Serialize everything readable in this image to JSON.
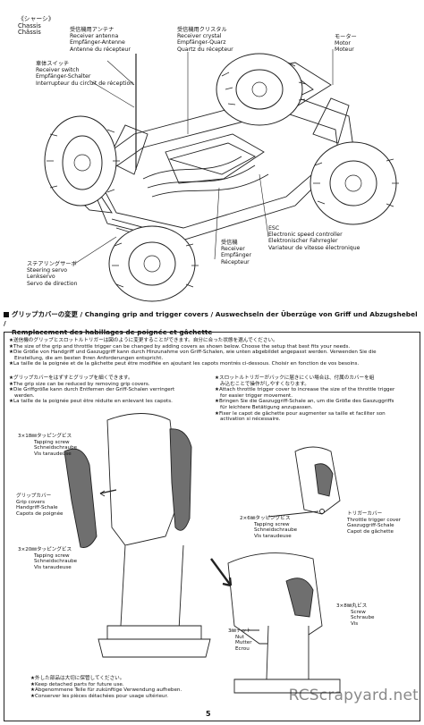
{
  "chassis_labels": {
    "chassis": [
      "《シャーシ》",
      "Chassis",
      "Châssis"
    ],
    "antenna": [
      "受信機用アンテナ",
      "Receiver antenna",
      "Empfänger-Antenne",
      "Antenne du récepteur"
    ],
    "crystal": [
      "受信機用クリスタル",
      "Receiver crystal",
      "Empfänger-Quarz",
      "Quartz du récepteur"
    ],
    "motor": [
      "モーター",
      "Motor",
      "Moteur"
    ],
    "switch": [
      "車体スイッチ",
      "Receiver switch",
      "Empfänger-Schalter",
      "Interrupteur du circuit de réception"
    ],
    "esc": [
      "ESC",
      "Electronic speed controller",
      "Elektronischer Fahrregler",
      "Variateur de vitesse électronique"
    ],
    "receiver": [
      "受信機",
      "Receiver",
      "Empfänger",
      "Récepteur"
    ],
    "servo": [
      "ステアリングサーボ",
      "Steering servo",
      "Lenkservo",
      "Servo de direction"
    ]
  },
  "section": {
    "title_line1": "グリップカバーの変更 / Changing grip and trigger covers / Auswechseln der Überzüge von Griff und Abzugshebel /",
    "title_line2": "Remplacement des habillages de poignée et gâchette"
  },
  "intro": [
    "★送信機のグリップとスロットルトリガーは図のように変更することができます。自分に合った状態を選んでください。",
    "★The size of the grip and throttle trigger can be changed by adding covers as shown below. Choose the setup that best fits your needs.",
    "★Die Größe von Handgriff und Gaszuggriff kann durch Hinzunahme von Griff-Schalen, wie unten abgebildet angepasst werden. Verwenden Sie die",
    "Einstellung, die am besten Ihren Anforderungen entspricht.",
    "★La taille de la poignée et de la gâchette peut être modifiée en ajoutant les capots montrés ci-dessous. Choisir en fonction de vos besoins."
  ],
  "grip": [
    "★グリップカバーをはずすとグリップを細くできます。",
    "★The grip size can be reduced by removing grip covers.",
    "★Die Griffgröße kann durch Entfernen der Griff-Schalen verringert",
    "werden.",
    "★La taille de la poignée peut être réduite en enlevant les capots."
  ],
  "trigger": [
    "★スロットルトリガーがバックに届きにくい場合は、付属のカバーを組",
    "み込むことで操作がしやすくなります。",
    "★Attach throttle trigger cover to increase the size of the throttle trigger",
    "for easier trigger movement.",
    "★Bringen Sie die Gaszuggriff-Schale an, um die Größe des Gaszuggriffs",
    "für leichtere Betätigung anzupassen.",
    "★Fixer le capot de gâchette pour augmenter sa taille et faciliter son",
    "activation si nécessaire."
  ],
  "parts": {
    "tap18": [
      "3×18㎜タッピングビス",
      "Tapping screw",
      "Schneidschraube",
      "Vis taraudeuse"
    ],
    "grip_cover": [
      "グリップカバー",
      "Grip covers",
      "Handgriff-Schale",
      "Capots de poignée"
    ],
    "tap20": [
      "3×20㎜タッピングビス",
      "Tapping screw",
      "Schneidschraube",
      "Vis taraudeuse"
    ],
    "tap6": [
      "2×6㎜タッピングビス",
      "Tapping screw",
      "Schneidschraube",
      "Vis taraudeuse"
    ],
    "trig_cover": [
      "トリガーカバー",
      "Throttle trigger cover",
      "Gaszuggriff-Schale",
      "Capot de gâchette"
    ],
    "screw8": [
      "3×8㎜丸ビス",
      "Screw",
      "Schraube",
      "Vis"
    ],
    "nut": [
      "3㎜ナット",
      "Nut",
      "Mutter",
      "Ecrou"
    ]
  },
  "keep_note": [
    "★外した部品は大切に保管してください。",
    "★Keep detached parts for future use.",
    "★Abgenommene Teile für zukünftige Verwendung aufheben.",
    "★Conserver les pièces détachées pour usage ultérieur."
  ],
  "page_number": "5",
  "watermark": "RCScrapyard.net"
}
